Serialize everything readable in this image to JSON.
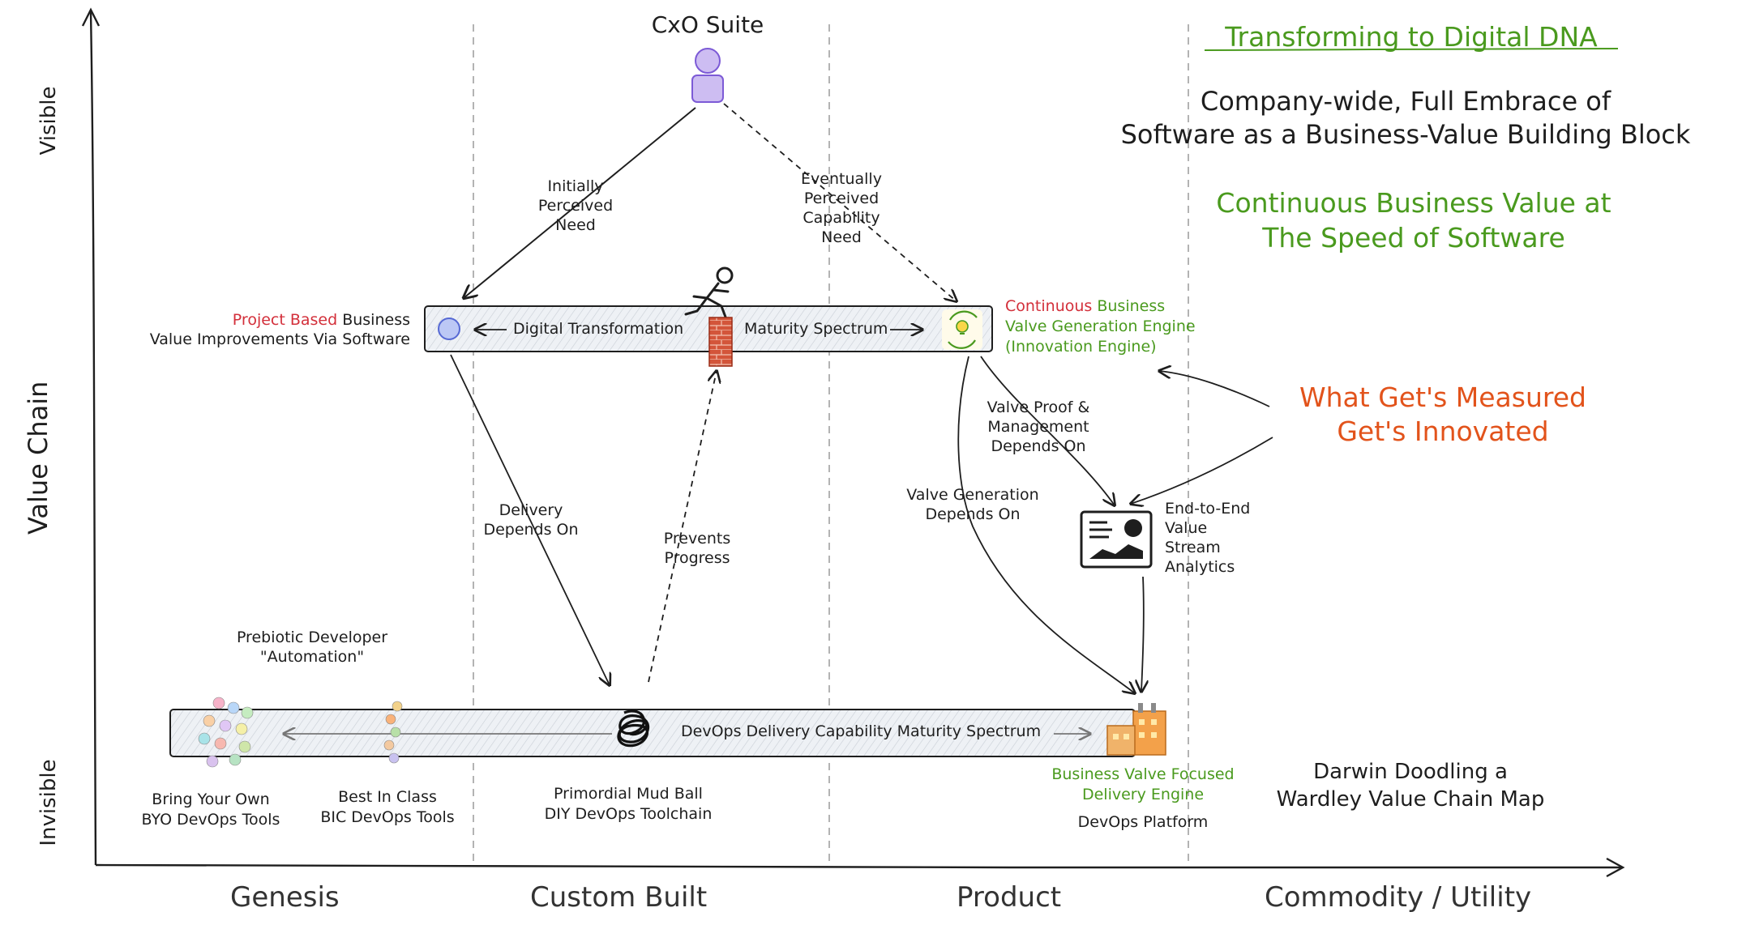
{
  "headline": {
    "title": "Transforming to Digital DNA",
    "line1": "Company-wide, Full Embrace of",
    "line2": "Software as a Business-Value Building Block",
    "tagline1": "Continuous Business Value at",
    "tagline2": "The Speed of Software"
  },
  "top_node": {
    "label": "CxO Suite"
  },
  "y_axis": {
    "title": "Value Chain",
    "top": "Visible",
    "bottom": "Invisible"
  },
  "x_axis": {
    "stages": [
      "Genesis",
      "Custom Built",
      "Product",
      "Commodity / Utility"
    ]
  },
  "upper_bar": {
    "left_label_red": "Project Based",
    "left_label_rest": " Business",
    "left_label_line2": "Value Improvements Via Software",
    "spectrum_left": "Digital Transformation",
    "spectrum_right": "Maturity Spectrum",
    "right_label_red": "Continuous",
    "right_label_green": " Business",
    "right_label_line2": "Valve Generation Engine",
    "right_label_line3": "(Innovation Engine)"
  },
  "lower_bar": {
    "spectrum": "DevOps Delivery Capability Maturity Spectrum",
    "right_label_1": "Business Valve Focused",
    "right_label_2": "Delivery Engine",
    "right_label_3": "DevOps Platform"
  },
  "edges": {
    "initial": [
      "Initially",
      "Perceived",
      "Need"
    ],
    "eventual": [
      "Eventually",
      "Perceived",
      "Capability",
      "Need"
    ],
    "delivery": [
      "Delivery",
      "Depends On"
    ],
    "prevents": [
      "Prevents",
      "Progress"
    ],
    "valve_proof": [
      "Valve Proof &",
      "Management",
      "Depends On"
    ],
    "valve_gen": [
      "Valve Generation",
      "Depends On"
    ]
  },
  "analytics": [
    "End-to-End",
    "Value",
    "Stream",
    "Analytics"
  ],
  "measured": [
    "What Get's Measured",
    "Get's Innovated"
  ],
  "prebiotic": [
    "Prebiotic Developer",
    "\"Automation\""
  ],
  "bottom_labels": {
    "byo": [
      "Bring Your Own",
      "BYO DevOps Tools"
    ],
    "bic": [
      "Best In Class",
      "BIC DevOps Tools"
    ],
    "mud": [
      "Primordial Mud Ball",
      "DIY DevOps Toolchain"
    ]
  },
  "signature": [
    "Darwin Doodling a",
    "Wardley Value Chain Map"
  ],
  "colors": {
    "green": "#4a9a1e",
    "red": "#d32f3a",
    "orange": "#e2531b",
    "purple": "#7c5ad6",
    "brick": "#d3553a",
    "bar_fill": "#eef1f5"
  }
}
